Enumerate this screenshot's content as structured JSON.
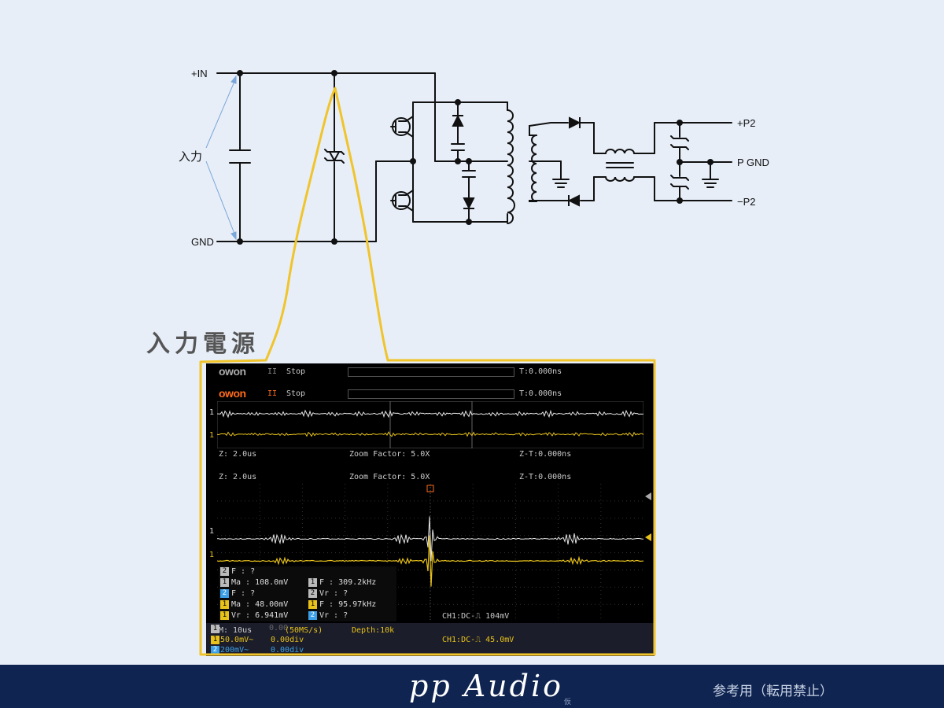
{
  "circuit": {
    "labels": {
      "in_plus": "+IN",
      "in_gnd": "GND",
      "input": "入力",
      "out_plus": "+P2",
      "out_gnd": "P GND",
      "out_minus": "−P2"
    }
  },
  "callout_title": "入力電源",
  "scope": {
    "brand": "owon",
    "run_state": "Stop",
    "run_icon": "II",
    "trigger_time": "T:0.000ns",
    "zoom_time": "Z: 2.0us",
    "zoom_factor": "Zoom Factor: 5.0X",
    "zoom_trigger": "Z-T:0.000ns",
    "channel_markers": [
      "1",
      "1"
    ],
    "measurements": [
      {
        "ch": "2",
        "chip": "g",
        "text": "F :    ?",
        "ch2": "",
        "chip2": "",
        "text2": ""
      },
      {
        "ch": "1",
        "chip": "g",
        "text": "Ma : 108.0mV",
        "ch2": "1",
        "chip2": "g",
        "text2": "F : 309.2kHz"
      },
      {
        "ch": "2",
        "chip": "b",
        "text": "F :    ?",
        "ch2": "2",
        "chip2": "g",
        "text2": "Vr :    ?"
      },
      {
        "ch": "1",
        "chip": "y",
        "text": "Ma : 48.00mV",
        "ch2": "1",
        "chip2": "y",
        "text2": "F : 95.97kHz"
      },
      {
        "ch": "1",
        "chip": "y",
        "text": "Vr : 6.941mV",
        "ch2": "2",
        "chip2": "b",
        "text2": "Vr :    ?"
      }
    ],
    "ch1_trigger_a": "CH1:DC-⎍ 104mV",
    "timebase": "M: 10us",
    "sample": "(50MS/s)",
    "depth": "Depth:10k",
    "offset0": "0.00",
    "ch1_scale": "50.0mV~",
    "ch1_offset": "0.00div",
    "ch2_scale": "200mV~",
    "ch2_offset": "0.00div",
    "ch1_trigger_b": "CH1:DC-⎍ 45.0mV",
    "colors": {
      "ch1": "#e8c21b",
      "ch2": "#e6e6e6",
      "grid": "#3a3a3a"
    }
  },
  "footer": {
    "brand": "pp Audio",
    "brand_tiny": "仮",
    "note": "参考用（転用禁止）",
    "color": "#0f2450"
  }
}
